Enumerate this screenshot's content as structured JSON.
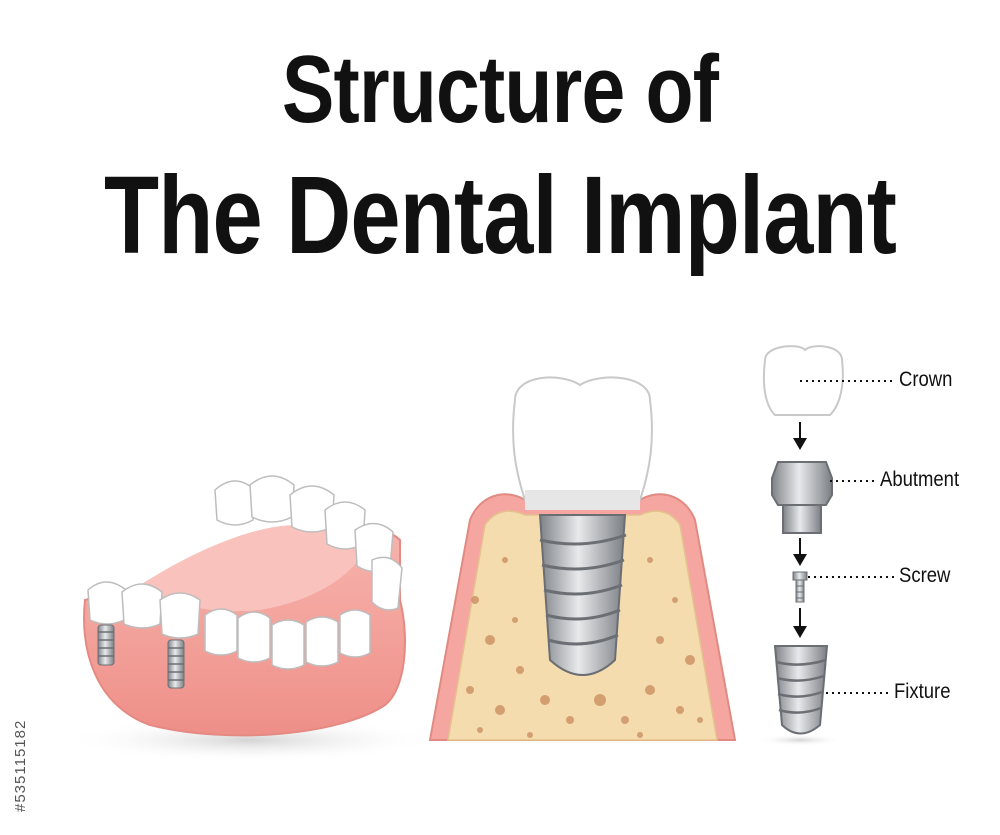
{
  "title": {
    "line1": "Structure of",
    "line2": "The Dental Implant"
  },
  "labels": {
    "crown": "Crown",
    "abutment": "Abutment",
    "screw": "Screw",
    "fixture": "Fixture"
  },
  "stock_id": "#535115182",
  "colors": {
    "gum": "#f6a6a0",
    "bone": "#f4dcae",
    "bone_spots": "#c88a5c",
    "metal": "#a9acb1",
    "tooth": "#ffffff"
  }
}
